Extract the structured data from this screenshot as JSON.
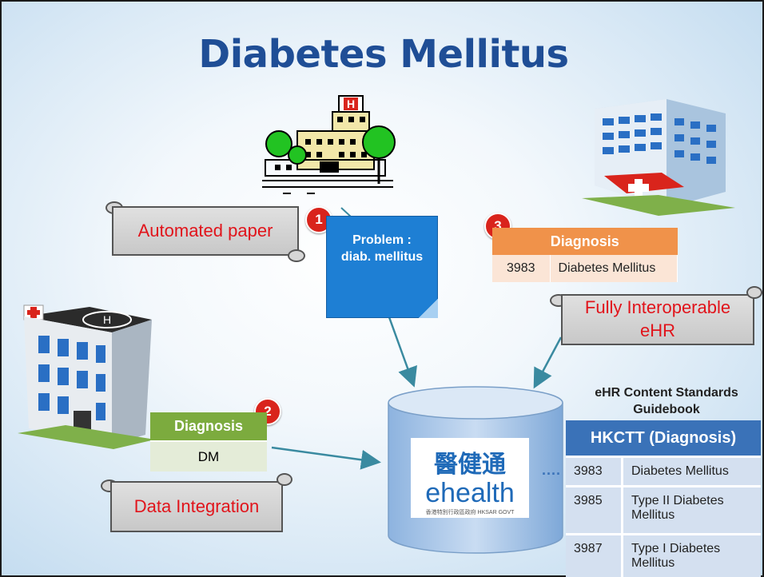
{
  "title": "Diabetes Mellitus",
  "labels": {
    "automated_paper": "Automated paper",
    "fully_interoperable": "Fully Interoperable eHR",
    "data_integration": "Data Integration"
  },
  "badges": [
    "1",
    "2",
    "3"
  ],
  "note": "Problem : diab. mellitus",
  "hospital3_table": {
    "header": "Diagnosis",
    "code": "3983",
    "term": "Diabetes Mellitus"
  },
  "hospital2_table": {
    "header": "Diagnosis",
    "value": "DM"
  },
  "logo": {
    "chinese": "醫健通",
    "english": "ehealth",
    "small": "香港特別行政區政府 HKSAR GOVT"
  },
  "dots": "....",
  "guidebook": {
    "title": "eHR Content Standards Guidebook",
    "table_header": "HKCTT (Diagnosis)",
    "rows": [
      {
        "code": "3983",
        "term": "Diabetes Mellitus"
      },
      {
        "code": "3985",
        "term": "Type II Diabetes Mellitus"
      },
      {
        "code": "3987",
        "term": "Type I Diabetes Mellitus"
      }
    ]
  },
  "colors": {
    "title": "#1f4e96",
    "label_text": "#e1141b",
    "badge": "#d9241c",
    "note": "#1e7fd4",
    "orange_header": "#f0924a",
    "green_header": "#7cab3e",
    "blue_header": "#3a72b8",
    "arrow": "#3a8aa0"
  }
}
